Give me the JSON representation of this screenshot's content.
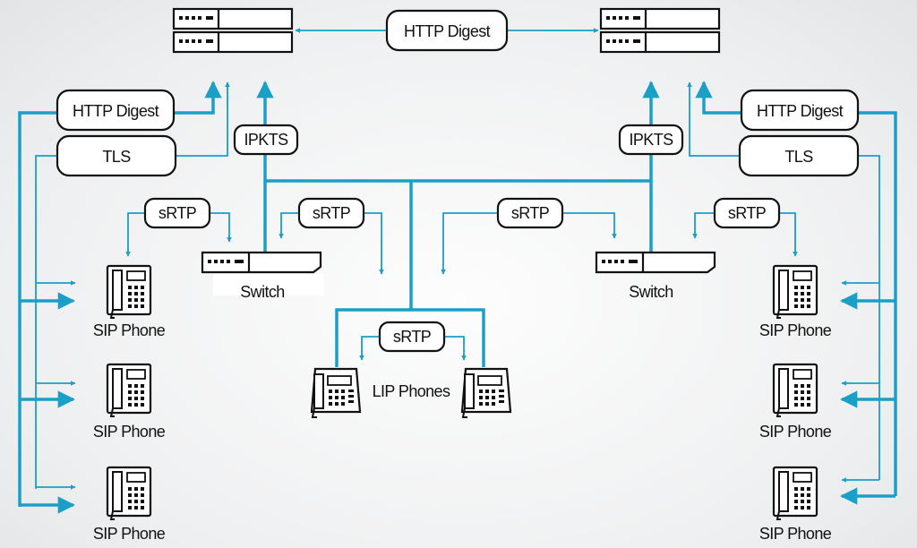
{
  "labels": {
    "http_digest": "HTTP Digest",
    "tls": "TLS",
    "ipkts": "IPKTS",
    "srtp": "sRTP",
    "switch": "Switch",
    "sip_phone": "SIP Phone",
    "lip_phones": "LIP Phones"
  },
  "icons": {
    "server": "server-icon",
    "switch": "network-switch-icon",
    "sip_phone": "sip-phone-icon",
    "lip_phone": "lip-phone-icon"
  },
  "colors": {
    "connection": "#1a9fc6",
    "outline": "#111111",
    "background": "#eeeff0"
  }
}
